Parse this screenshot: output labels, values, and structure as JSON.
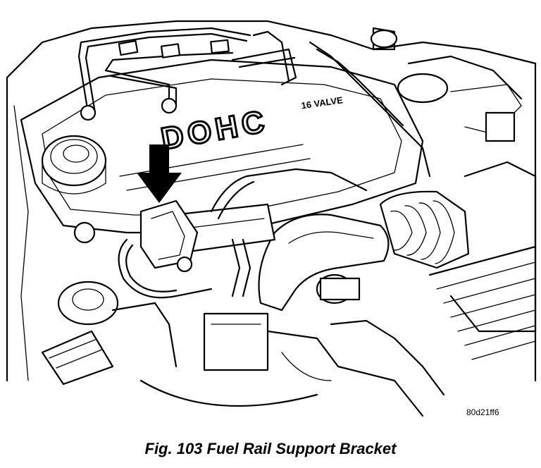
{
  "figure": {
    "caption": "Fig. 103 Fuel Rail Support Bracket",
    "reference_code": "80d21ff6",
    "cover_text": "DOHC",
    "cover_subtext": "16 VALVE"
  },
  "colors": {
    "line": "#000000",
    "background": "#ffffff"
  }
}
